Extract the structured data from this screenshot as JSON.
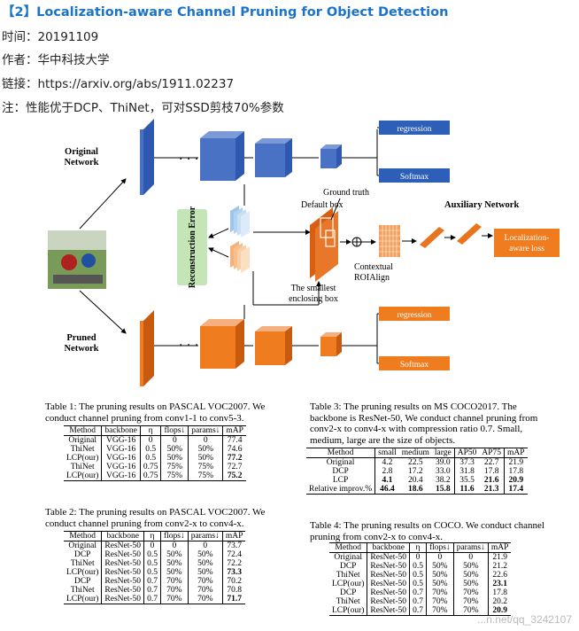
{
  "header": {
    "title": "【2】Localization-aware Channel Pruning for Object Detection",
    "time": "时间：20191109",
    "author": "作者：华中科技大学",
    "link": "链接：https://arxiv.org/abs/1911.02237",
    "note": "注：性能优于DCP、ThiNet，可对SSD剪枝70%参数"
  },
  "figure": {
    "original_network": [
      "Original",
      "Network"
    ],
    "pruned_network": [
      "Pruned",
      "Network"
    ],
    "regression": "regression",
    "softmax": "Softmax",
    "reconstruction_error": "Reconstruction Error",
    "default_box": "Default box",
    "ground_truth": "Ground truth",
    "auxiliary_network": "Auxiliary Network",
    "localization_loss": [
      "Localization-",
      "aware loss"
    ],
    "contextual": "Contextual",
    "roialign": "ROIAlign",
    "smallest_box": [
      "The smallest",
      "enclosing box"
    ],
    "colors": {
      "blue": "#4a72c4",
      "orange": "#ef7d1f",
      "green": "#bfe0b4"
    }
  },
  "table1": {
    "caption": [
      "Table 1: The pruning results on PASCAL VOC2007. We",
      "conduct channel pruning from conv1-1 to conv5-3."
    ],
    "headers": [
      "Method",
      "backbone",
      "η",
      "flops↓",
      "params↓",
      "mAP"
    ],
    "rows": [
      [
        "Original",
        "VGG-16",
        "0",
        "0",
        "0",
        "77.4"
      ],
      [
        "ThiNet",
        "VGG-16",
        "0.5",
        "50%",
        "50%",
        "74.6"
      ],
      [
        "LCP(our)",
        "VGG-16",
        "0.5",
        "50%",
        "50%",
        "77.2"
      ],
      [
        "ThiNet",
        "VGG-16",
        "0.75",
        "75%",
        "75%",
        "72.7"
      ],
      [
        "LCP(our)",
        "VGG-16",
        "0.75",
        "75%",
        "75%",
        "75.2"
      ]
    ]
  },
  "table2": {
    "caption": [
      "Table 2: The pruning results on PASCAL VOC2007. We",
      "conduct channel pruning from conv2-x to conv4-x."
    ],
    "headers": [
      "Method",
      "backbone",
      "η",
      "flops↓",
      "params↓",
      "mAP"
    ],
    "rows": [
      [
        "Original",
        "ResNet-50",
        "0",
        "0",
        "0",
        "73.7"
      ],
      [
        "DCP",
        "ResNet-50",
        "0.5",
        "50%",
        "50%",
        "72.4"
      ],
      [
        "ThiNet",
        "ResNet-50",
        "0.5",
        "50%",
        "50%",
        "72.2"
      ],
      [
        "LCP(our)",
        "ResNet-50",
        "0.5",
        "50%",
        "50%",
        "73.3"
      ],
      [
        "DCP",
        "ResNet-50",
        "0.7",
        "70%",
        "70%",
        "70.2"
      ],
      [
        "ThiNet",
        "ResNet-50",
        "0.7",
        "70%",
        "70%",
        "70.8"
      ],
      [
        "LCP(our)",
        "ResNet-50",
        "0.7",
        "70%",
        "70%",
        "71.7"
      ]
    ]
  },
  "table3": {
    "caption": [
      "Table 3: The pruning results on MS COCO2017. The",
      "backbone is ResNet-50, We conduct channel pruning from",
      "conv2-x to conv4-x with compression ratio 0.7. Small,",
      "medium, large are the size of objects."
    ],
    "headers": [
      "Method",
      "small",
      "medium",
      "large",
      "AP50",
      "AP75",
      "mAP"
    ],
    "rows": [
      [
        "Original",
        "4.2",
        "22.5",
        "39.0",
        "37.3",
        "22.7",
        "21.9"
      ],
      [
        "DCP",
        "2.8",
        "17.2",
        "33.0",
        "31.8",
        "17.8",
        "17.8"
      ],
      [
        "LCP",
        "4.1",
        "20.4",
        "38.2",
        "35.5",
        "21.6",
        "20.9"
      ],
      [
        "Relative improv.%",
        "46.4",
        "18.6",
        "15.8",
        "11.6",
        "21.3",
        "17.4"
      ]
    ]
  },
  "table4": {
    "caption": [
      "Table 4: The pruning results on COCO. We conduct channel",
      "pruning from conv2-x to conv4-x."
    ],
    "headers": [
      "Method",
      "backbone",
      "η",
      "flops↓",
      "params↓",
      "mAP"
    ],
    "rows": [
      [
        "Original",
        "ResNet-50",
        "0",
        "0",
        "0",
        "21.9"
      ],
      [
        "DCP",
        "ResNet-50",
        "0.5",
        "50%",
        "50%",
        "21.2"
      ],
      [
        "ThiNet",
        "ResNet-50",
        "0.5",
        "50%",
        "50%",
        "22.6"
      ],
      [
        "LCP(our)",
        "ResNet-50",
        "0.5",
        "50%",
        "50%",
        "23.1"
      ],
      [
        "DCP",
        "ResNet-50",
        "0.7",
        "70%",
        "70%",
        "17.8"
      ],
      [
        "ThiNet",
        "ResNet-50",
        "0.7",
        "70%",
        "70%",
        "20.2"
      ],
      [
        "LCP(our)",
        "ResNet-50",
        "0.7",
        "70%",
        "70%",
        "20.9"
      ]
    ]
  },
  "watermark": "...n.net/qq_3242107"
}
